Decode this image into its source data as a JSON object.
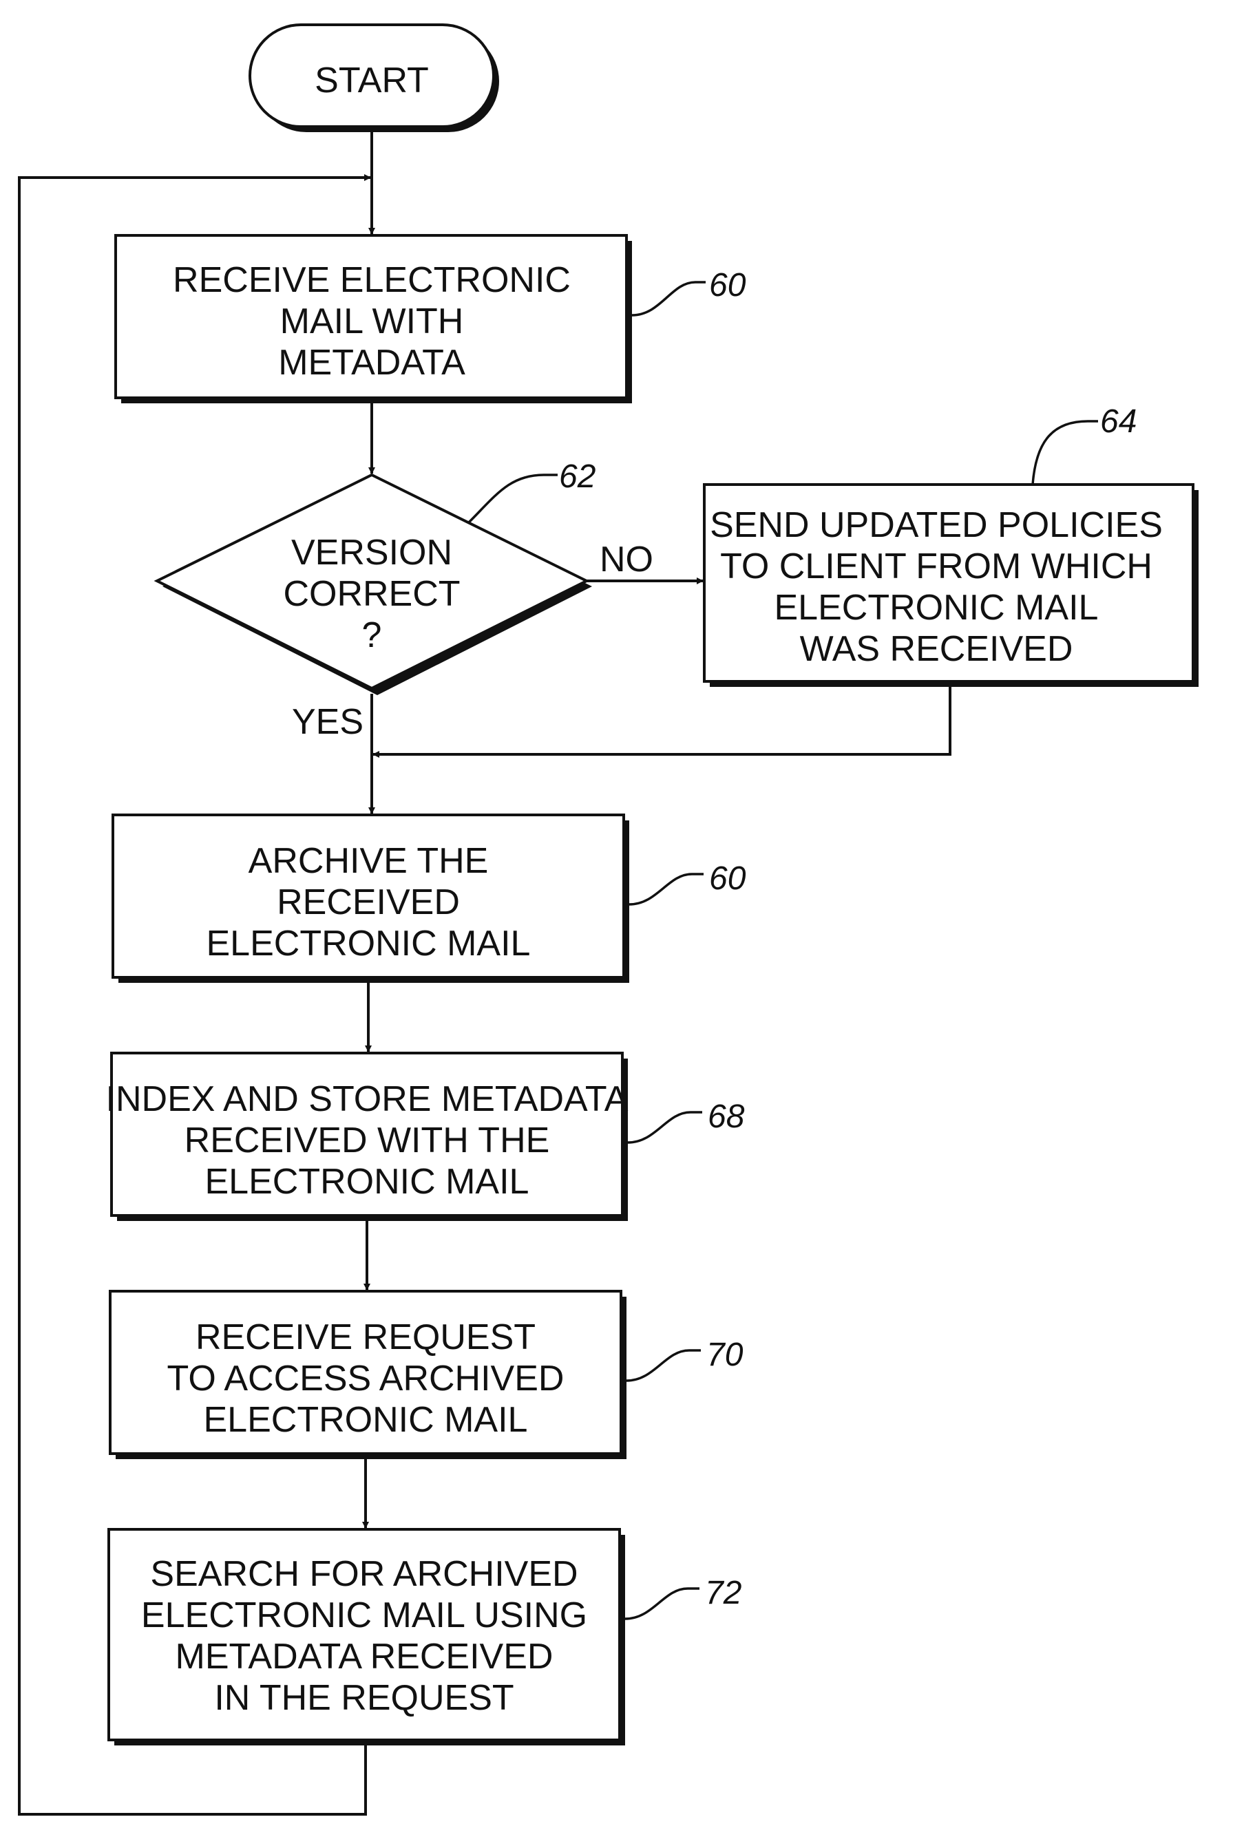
{
  "start": {
    "label": "START"
  },
  "steps": {
    "receive_mail": {
      "lines": [
        "RECEIVE ELECTRONIC",
        "MAIL WITH",
        "METADATA"
      ],
      "ref": "60"
    },
    "version_check": {
      "lines": [
        "VERSION",
        "CORRECT",
        "?"
      ],
      "ref": "62"
    },
    "send_policies": {
      "lines": [
        "SEND UPDATED POLICIES",
        "TO CLIENT FROM WHICH",
        "ELECTRONIC MAIL",
        "WAS RECEIVED"
      ],
      "ref": "64"
    },
    "archive": {
      "lines": [
        "ARCHIVE THE",
        "RECEIVED",
        "ELECTRONIC MAIL"
      ],
      "ref": "60"
    },
    "index_store": {
      "lines": [
        "INDEX AND STORE METADATA",
        "RECEIVED WITH THE",
        "ELECTRONIC MAIL"
      ],
      "ref": "68"
    },
    "receive_request": {
      "lines": [
        "RECEIVE REQUEST",
        "TO ACCESS ARCHIVED",
        "ELECTRONIC MAIL"
      ],
      "ref": "70"
    },
    "search": {
      "lines": [
        "SEARCH FOR ARCHIVED",
        "ELECTRONIC MAIL USING",
        "METADATA RECEIVED",
        "IN THE REQUEST"
      ],
      "ref": "72"
    }
  },
  "branches": {
    "no": "NO",
    "yes": "YES"
  }
}
